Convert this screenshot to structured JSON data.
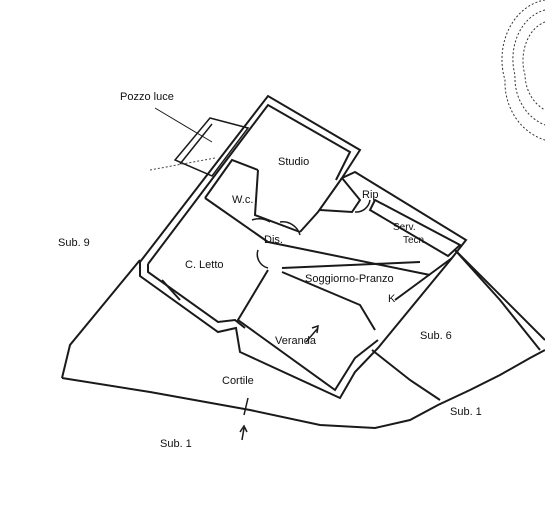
{
  "labels": {
    "pozzo_luce": "Pozzo luce",
    "studio": "Studio",
    "rip": "Rip",
    "wc": "W.c.",
    "serv_tecn_1": "Serv.",
    "serv_tecn_2": "Tecn.",
    "dis": "Dis.",
    "letto": "C. Letto",
    "soggiorno": "Soggiorno-Pranzo",
    "k": "K",
    "sub9": "Sub. 9",
    "sub6": "Sub. 6",
    "veranda": "Veranda",
    "cortile": "Cortile",
    "sub1_left": "Sub. 1",
    "sub1_right": "Sub. 1"
  },
  "colors": {
    "line": "#1a1a1a",
    "wall_fill": "#ffffff"
  }
}
